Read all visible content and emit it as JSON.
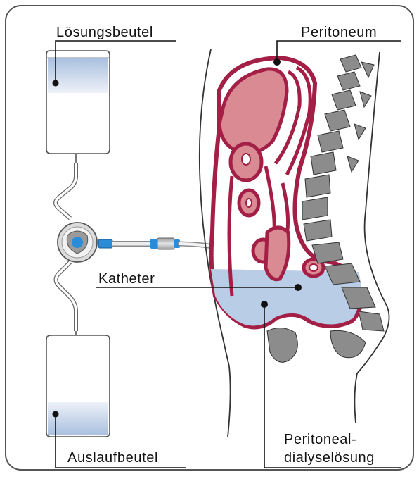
{
  "labels": {
    "solution_bag": "Lösungsbeutel",
    "peritoneum": "Peritoneum",
    "catheter": "Katheter",
    "drain_bag": "Auslaufbeutel",
    "dialysate_line1": "Peritoneal-",
    "dialysate_line2": "dialyselösung"
  },
  "colors": {
    "frame": "#555555",
    "fluid": "#b9cde6",
    "organ_outline": "#a31f45",
    "organ_fill": "#d98a93",
    "spine": "#8c8c8c",
    "connector_blue": "#2a8bd6",
    "line": "#111111"
  }
}
